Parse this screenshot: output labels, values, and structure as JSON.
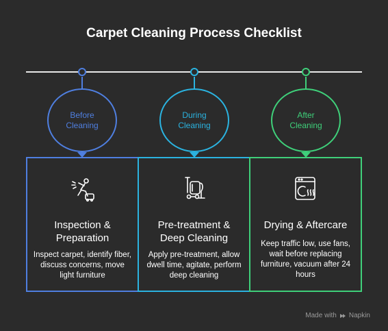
{
  "title": "Carpet Cleaning Process Checklist",
  "colors": {
    "blue": "#4f7fe0",
    "cyan": "#2bb3e0",
    "green": "#3fd07a",
    "background": "#2b2b2b"
  },
  "stages": [
    {
      "label": "Before Cleaning",
      "heading": "Inspection & Preparation",
      "description": "Inspect carpet, identify fiber, discuss concerns, move light furniture",
      "icon": "inspection-icon"
    },
    {
      "label": "During Cleaning",
      "heading": "Pre-treatment & Deep Cleaning",
      "description": "Apply pre-treatment, allow dwell time, agitate, perform deep cleaning",
      "icon": "cleaning-machine-icon"
    },
    {
      "label": "After Cleaning",
      "heading": "Drying & Aftercare",
      "description": "Keep traffic low, use fans, wait before replacing furniture, vacuum after 24 hours",
      "icon": "dryer-icon"
    }
  ],
  "footer": {
    "made_with": "Made with",
    "brand": "Napkin"
  }
}
